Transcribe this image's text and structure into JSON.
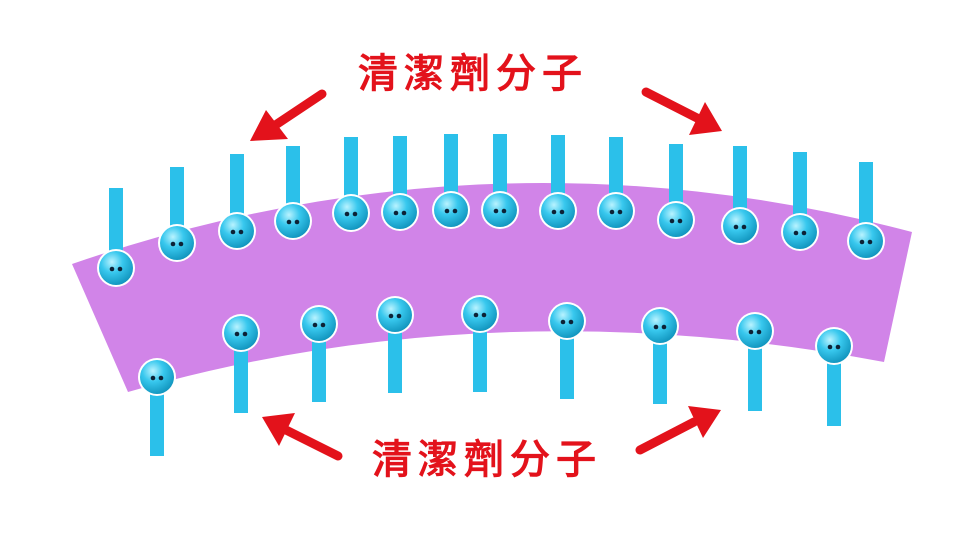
{
  "labels": {
    "top": "清潔劑分子",
    "bottom": "清潔劑分子"
  },
  "colors": {
    "membrane": "#d184e8",
    "molecule": "#2bc0ea",
    "head_highlight": "#b9f3ff",
    "head_eyes": "#0d2236",
    "head_ring": "#ffffff",
    "arrow": "#e3121b",
    "background": "#ffffff"
  },
  "molecules": {
    "top_row_count": 14,
    "bottom_row_count": 9
  },
  "icons": {
    "head": "surfactant-hydrophilic-head",
    "tail": "surfactant-hydrophobic-tail",
    "arrow": "red-pointer-arrow"
  }
}
